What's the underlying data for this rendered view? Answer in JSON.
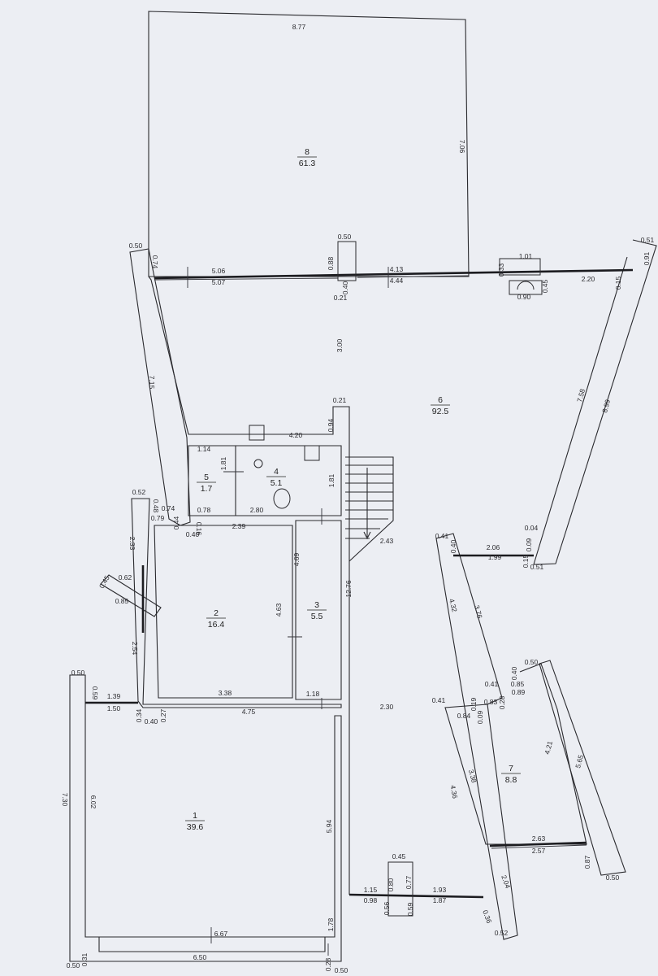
{
  "rooms": [
    {
      "num": "1",
      "area": "39.6"
    },
    {
      "num": "2",
      "area": "16.4"
    },
    {
      "num": "3",
      "area": "5.5"
    },
    {
      "num": "4",
      "area": "5.1"
    },
    {
      "num": "5",
      "area": "1.7"
    },
    {
      "num": "6",
      "area": "92.5"
    },
    {
      "num": "7",
      "area": "8.8"
    },
    {
      "num": "8",
      "area": "61.3"
    }
  ],
  "dimensions": [
    "8.77",
    "7.06",
    "0.50",
    "1.01",
    "0.88",
    "0.40",
    "0.21",
    "5.06",
    "5.07",
    "0.50",
    "0.74",
    "4.13",
    "4.44",
    "0.33",
    "0.45",
    "0.90",
    "2.20",
    "0.15",
    "0.91",
    "0.51",
    "7.15",
    "3.00",
    "0.21",
    "4.20",
    "0.94",
    "1.14",
    "1.81",
    "1.81",
    "0.78",
    "2.80",
    "7.58",
    "8.99",
    "0.52",
    "0.48",
    "0.74",
    "0.79",
    "0.44",
    "0.40",
    "0.16",
    "2.39",
    "4.69",
    "2.33",
    "0.62",
    "0.45",
    "0.85",
    "4.63",
    "12.76",
    "2.43",
    "0.41",
    "0.40",
    "2.06",
    "1.99",
    "0.04",
    "0.09",
    "0.15",
    "0.51",
    "4.32",
    "3.76",
    "2.54",
    "3.38",
    "1.18",
    "0.50",
    "0.59",
    "1.39",
    "1.50",
    "0.34",
    "0.40",
    "0.27",
    "4.75",
    "2.30",
    "0.50",
    "0.40",
    "0.85",
    "0.41",
    "0.83",
    "0.28",
    "0.89",
    "0.19",
    "0.84",
    "0.09",
    "0.41",
    "3.38",
    "4.21",
    "5.65",
    "7.30",
    "6.02",
    "4.36",
    "5.94",
    "2.63",
    "2.57",
    "0.87",
    "0.50",
    "0.45",
    "0.80",
    "0.77",
    "1.15",
    "1.93",
    "0.98",
    "0.56",
    "0.59",
    "1.87",
    "2.04",
    "0.36",
    "0.52",
    "1.78",
    "6.67",
    "6.50",
    "0.50",
    "0.31",
    "0.28",
    "0.50"
  ]
}
